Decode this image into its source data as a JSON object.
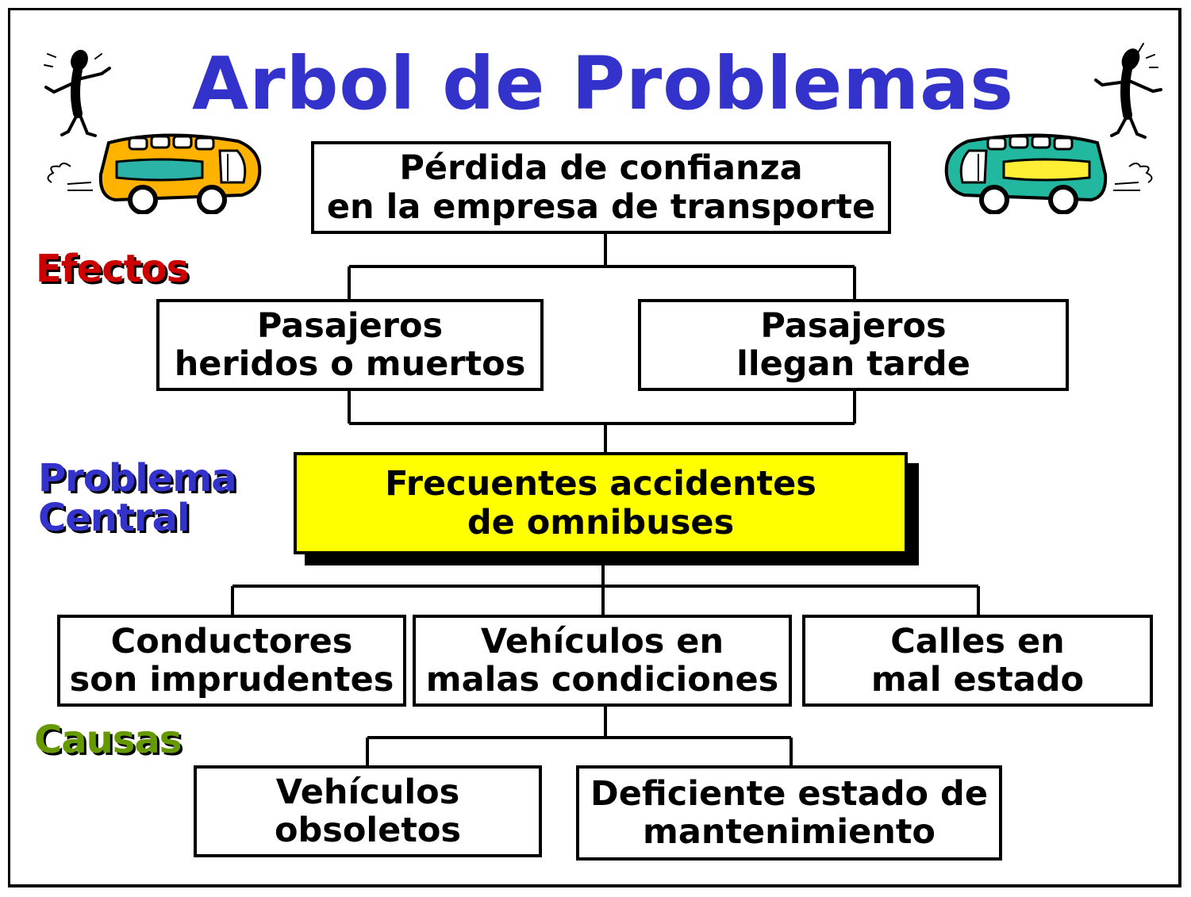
{
  "title": "Arbol de Problemas",
  "labels": {
    "efectos": "Efectos",
    "problema_central": [
      "Problema",
      "Central"
    ],
    "causas": "Causas"
  },
  "top_effect": [
    "Pérdida de confianza",
    "en la empresa de transporte"
  ],
  "effects": [
    [
      "Pasajeros",
      "heridos o muertos"
    ],
    [
      "Pasajeros",
      "llegan tarde"
    ]
  ],
  "central_problem": [
    "Frecuentes accidentes",
    "de omnibuses"
  ],
  "causes": [
    [
      "Conductores",
      "son imprudentes"
    ],
    [
      "Vehículos en",
      "malas condiciones"
    ],
    [
      "Calles en",
      "mal estado"
    ]
  ],
  "sub_causes": [
    [
      "Vehículos",
      "obsoletos"
    ],
    [
      "Deficiente estado de",
      "mantenimiento"
    ]
  ],
  "colors": {
    "title": "#3333cc",
    "efectos": "#cc0000",
    "problema_central": "#3333cc",
    "causas": "#669900",
    "central_fill": "#ffff00",
    "bus_left": "#ffb300",
    "bus_right": "#22b8a0"
  }
}
